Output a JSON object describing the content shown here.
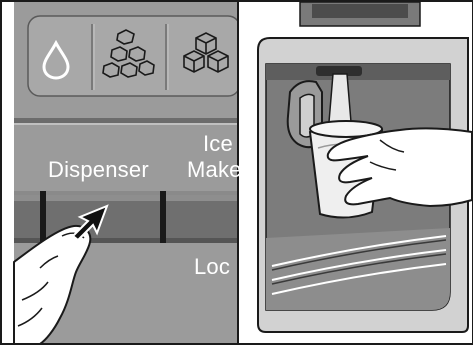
{
  "panel": {
    "dispenser_label": "Dispenser",
    "ice_maker_label_line1": "Ice",
    "ice_maker_label_line2": "Make",
    "lock_label": "Loc",
    "icons": [
      "water-drop-icon",
      "crushed-ice-icon",
      "ice-cubes-icon"
    ]
  },
  "colors": {
    "panel_gray": "#9a9a9a",
    "button_strip": "#6f6f6f",
    "outline": "#1a1a1a",
    "label_white": "#ffffff"
  }
}
